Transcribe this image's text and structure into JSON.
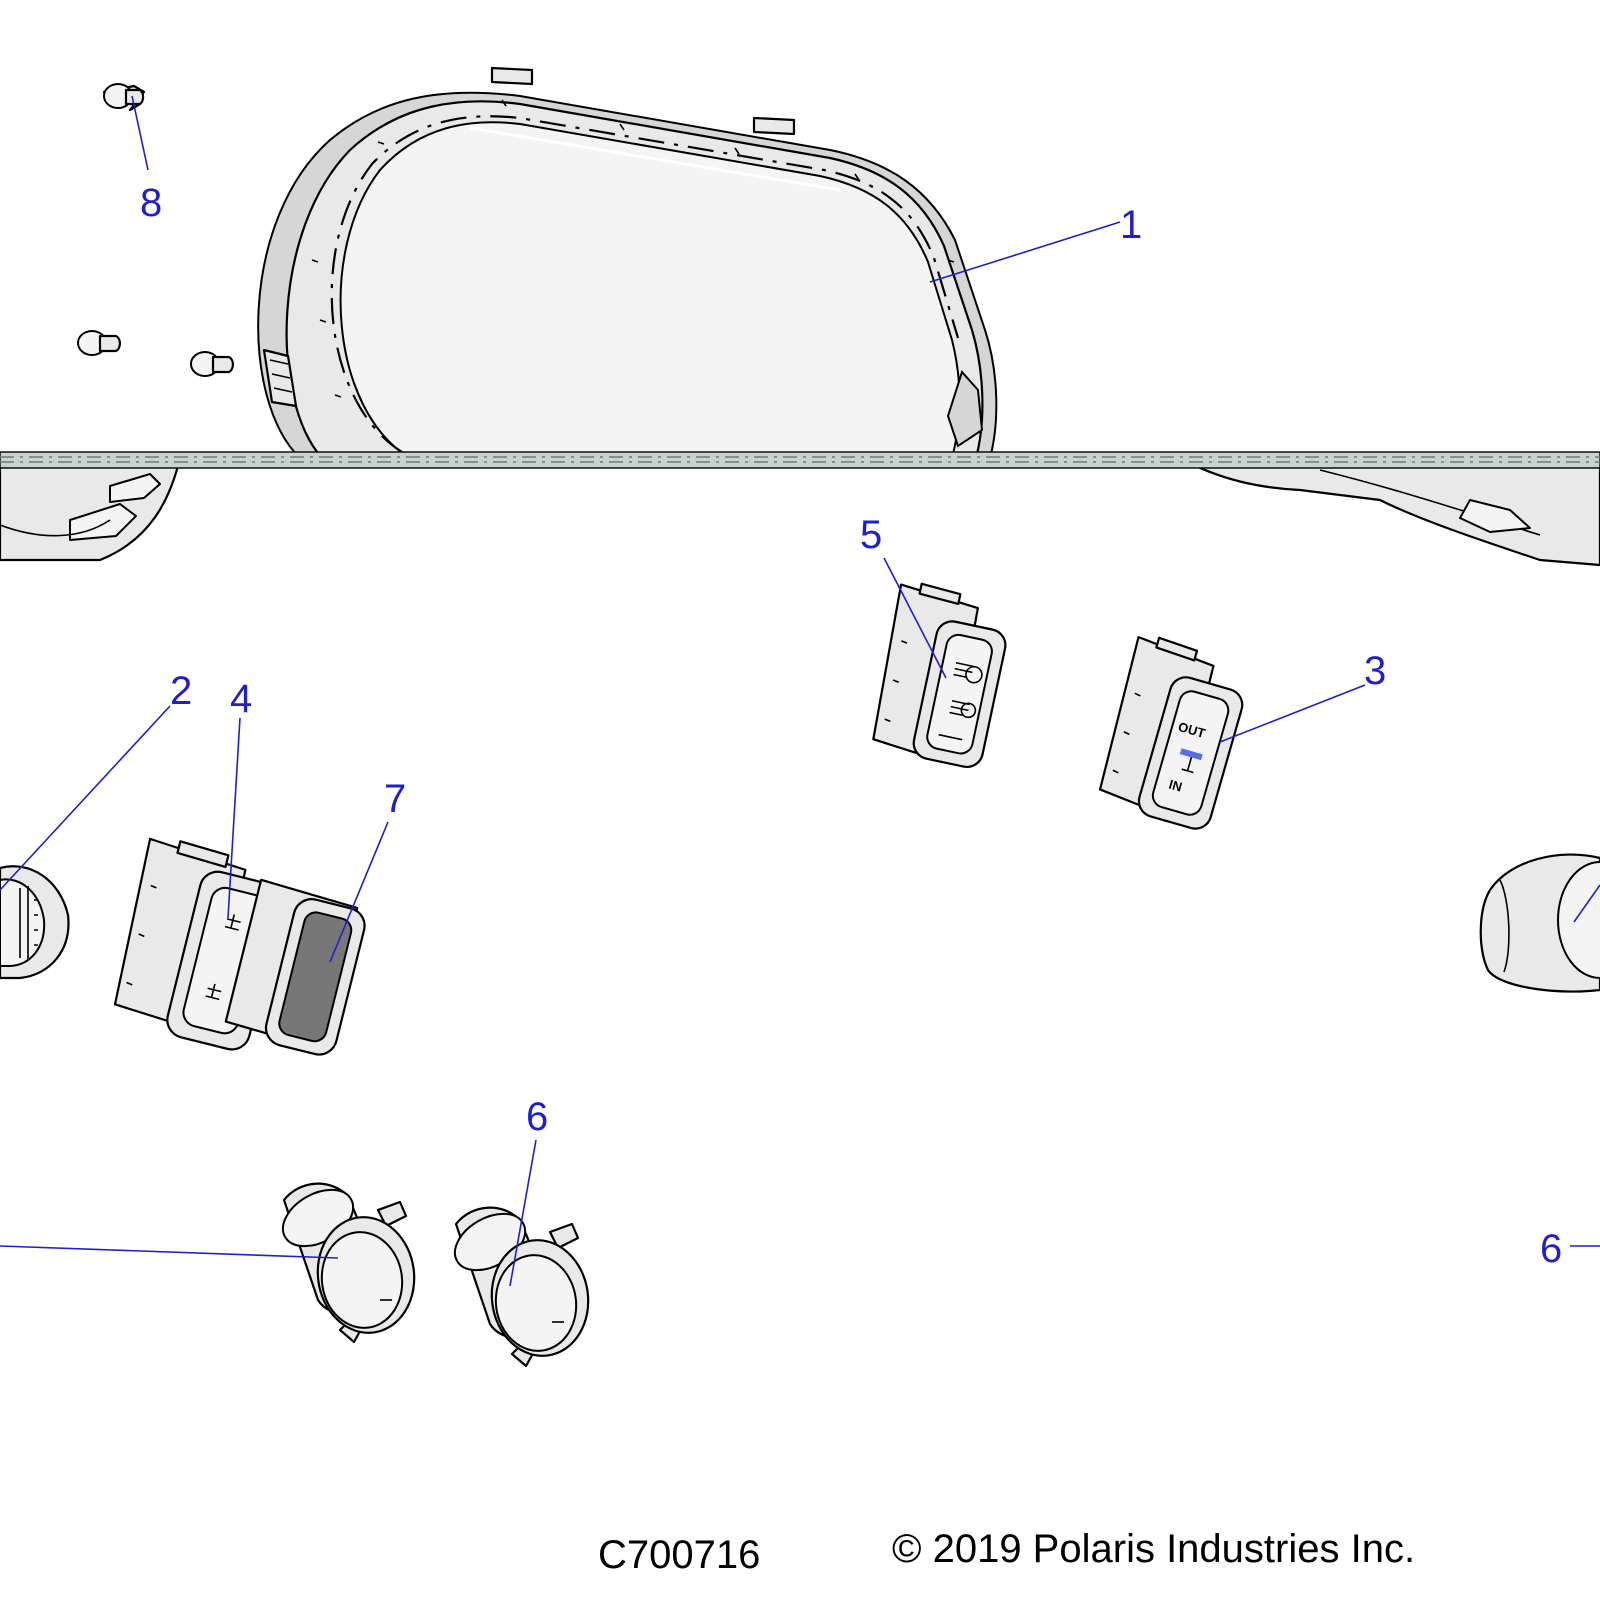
{
  "callouts": {
    "c1": "1",
    "c2": "2",
    "c3": "3",
    "c4": "4",
    "c5": "5",
    "c6a": "6",
    "c6b": "6",
    "c7": "7",
    "c8": "8"
  },
  "switch_labels": {
    "out": "OUT",
    "in": "IN"
  },
  "footer": {
    "code": "C700716",
    "copyright": "© 2019 Polaris Industries Inc."
  },
  "colors": {
    "callout": "#1f1fd0",
    "line": "#000000",
    "part_fill": "#e9e9e9"
  }
}
